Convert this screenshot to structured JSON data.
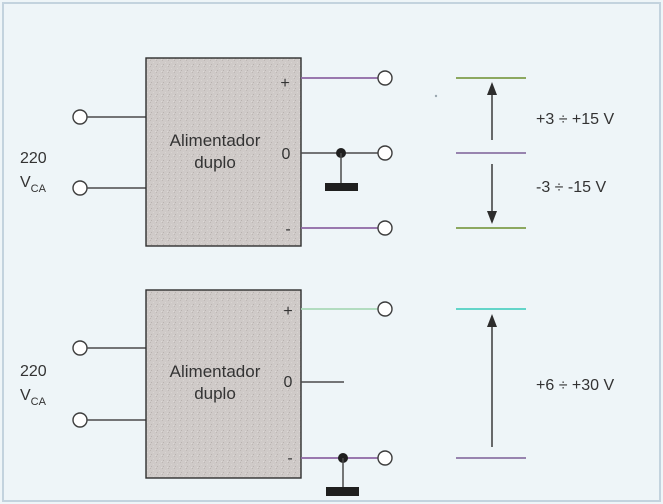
{
  "panels": [
    {
      "input_label": {
        "value": "220",
        "unit": "V",
        "sub": "CA"
      },
      "box_label": [
        "Alimentador",
        "duplo"
      ],
      "terminals": {
        "positive": "+",
        "zero": "0",
        "negative": "-"
      },
      "ranges": [
        "+3 ÷ +15 V",
        "-3 ÷ -15 V"
      ]
    },
    {
      "input_label": {
        "value": "220",
        "unit": "V",
        "sub": "CA"
      },
      "box_label": [
        "Alimentador",
        "duplo"
      ],
      "terminals": {
        "positive": "+",
        "zero": "0",
        "negative": "-"
      },
      "ranges": [
        "+6 ÷ +30 V"
      ]
    }
  ],
  "colors": {
    "background": "#eef5f8",
    "frame": "#c3d3de",
    "box_fill": "#cfcac8",
    "wire_purple": "#8d66a3",
    "wire_green": "#a9d8b9",
    "level_green": "#7e9c4a",
    "level_purple": "#8b73a5",
    "level_cyan": "#63d5c9"
  }
}
